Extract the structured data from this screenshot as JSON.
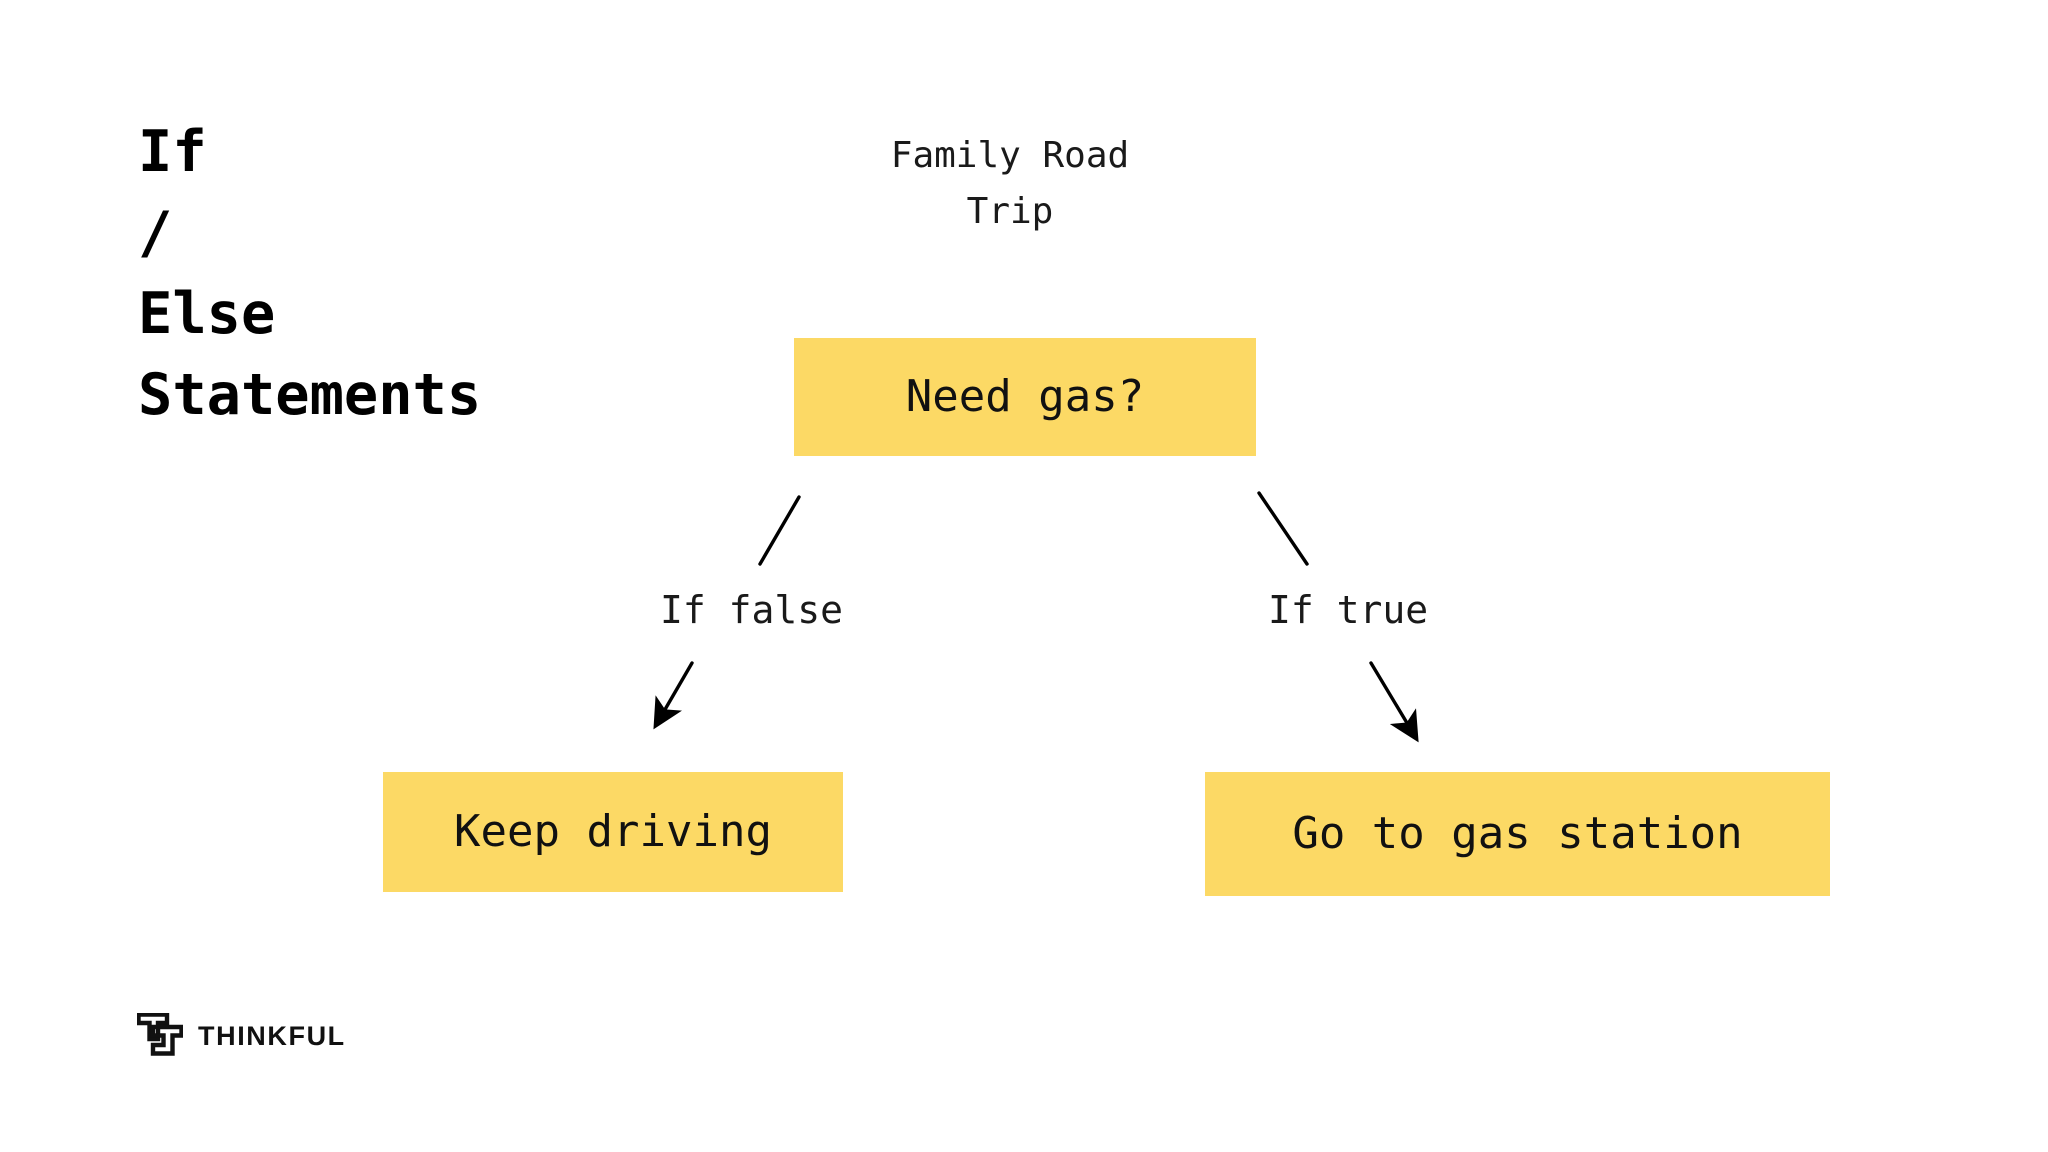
{
  "slide": {
    "title": "If\n/\nElse\nStatements",
    "background_color": "#ffffff"
  },
  "diagram": {
    "caption": "Family Road Trip",
    "accent_color": "#fcd965",
    "text_color": "#111111",
    "decision": {
      "label": "Need gas?"
    },
    "branches": [
      {
        "condition_label": "If false",
        "outcome_label": "Keep driving",
        "direction": "left"
      },
      {
        "condition_label": "If true",
        "outcome_label": "Go to gas station",
        "direction": "right"
      }
    ]
  },
  "brand": {
    "name": "THINKFUL",
    "mark": "thinkful-t-mark"
  }
}
